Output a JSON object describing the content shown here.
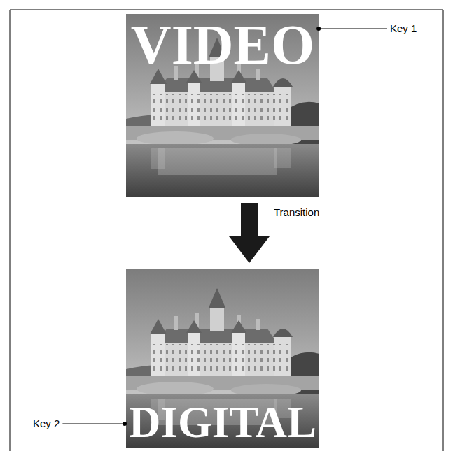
{
  "diagram": {
    "nodes": [
      {
        "text": [
          "VIDEO"
        ]
      },
      {
        "text": [
          "DIGITAL"
        ]
      }
    ],
    "edges": [
      {
        "from": 0,
        "to": 1,
        "arrow": "to",
        "label": "Transition"
      }
    ],
    "labels": [
      "Key 1",
      "Key 2"
    ]
  }
}
